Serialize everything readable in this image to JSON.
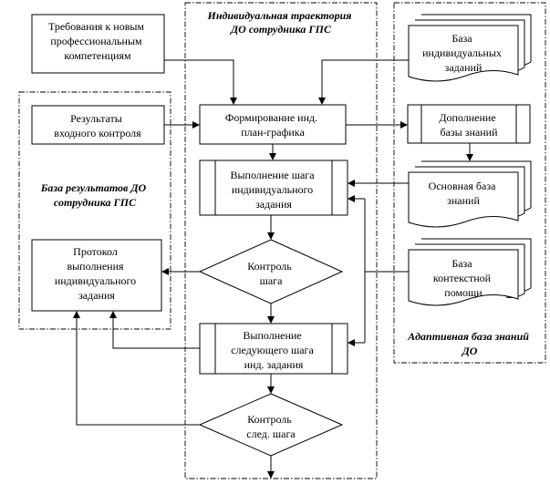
{
  "regions": {
    "trajectory_title": [
      "Индивидуальная траектория",
      "ДО сотрудника ГПС"
    ],
    "results_base_title": [
      "База результатов ДО",
      "сотрудника ГПС"
    ],
    "adaptive_base_title": [
      "Адаптивная база знаний",
      "ДО"
    ]
  },
  "nodes": {
    "requirements": [
      "Требования к новым",
      "профессиональным",
      "компетенциям"
    ],
    "entry_control": [
      "Результаты",
      "входного контроля"
    ],
    "protocol": [
      "Протокол",
      "выполнения",
      "индивидуального",
      "задания"
    ],
    "formation": [
      "Формирование инд.",
      "план-графика"
    ],
    "step_exec": [
      "Выполнение шага",
      "индивидуального",
      "задания"
    ],
    "step_control": [
      "Контроль",
      "шага"
    ],
    "next_step_exec": [
      "Выполнение",
      "следующего шага",
      "инд. задания"
    ],
    "next_step_control": [
      "Контроль",
      "след. шага"
    ],
    "individual_tasks_base": [
      "База",
      "индивидуальных",
      "заданий"
    ],
    "knowledge_supplement": [
      "Дополнение",
      "базы знаний"
    ],
    "main_knowledge_base": [
      "Основная база",
      "знаний"
    ],
    "context_help_base": [
      "База",
      "контекстной",
      "помощи"
    ]
  }
}
